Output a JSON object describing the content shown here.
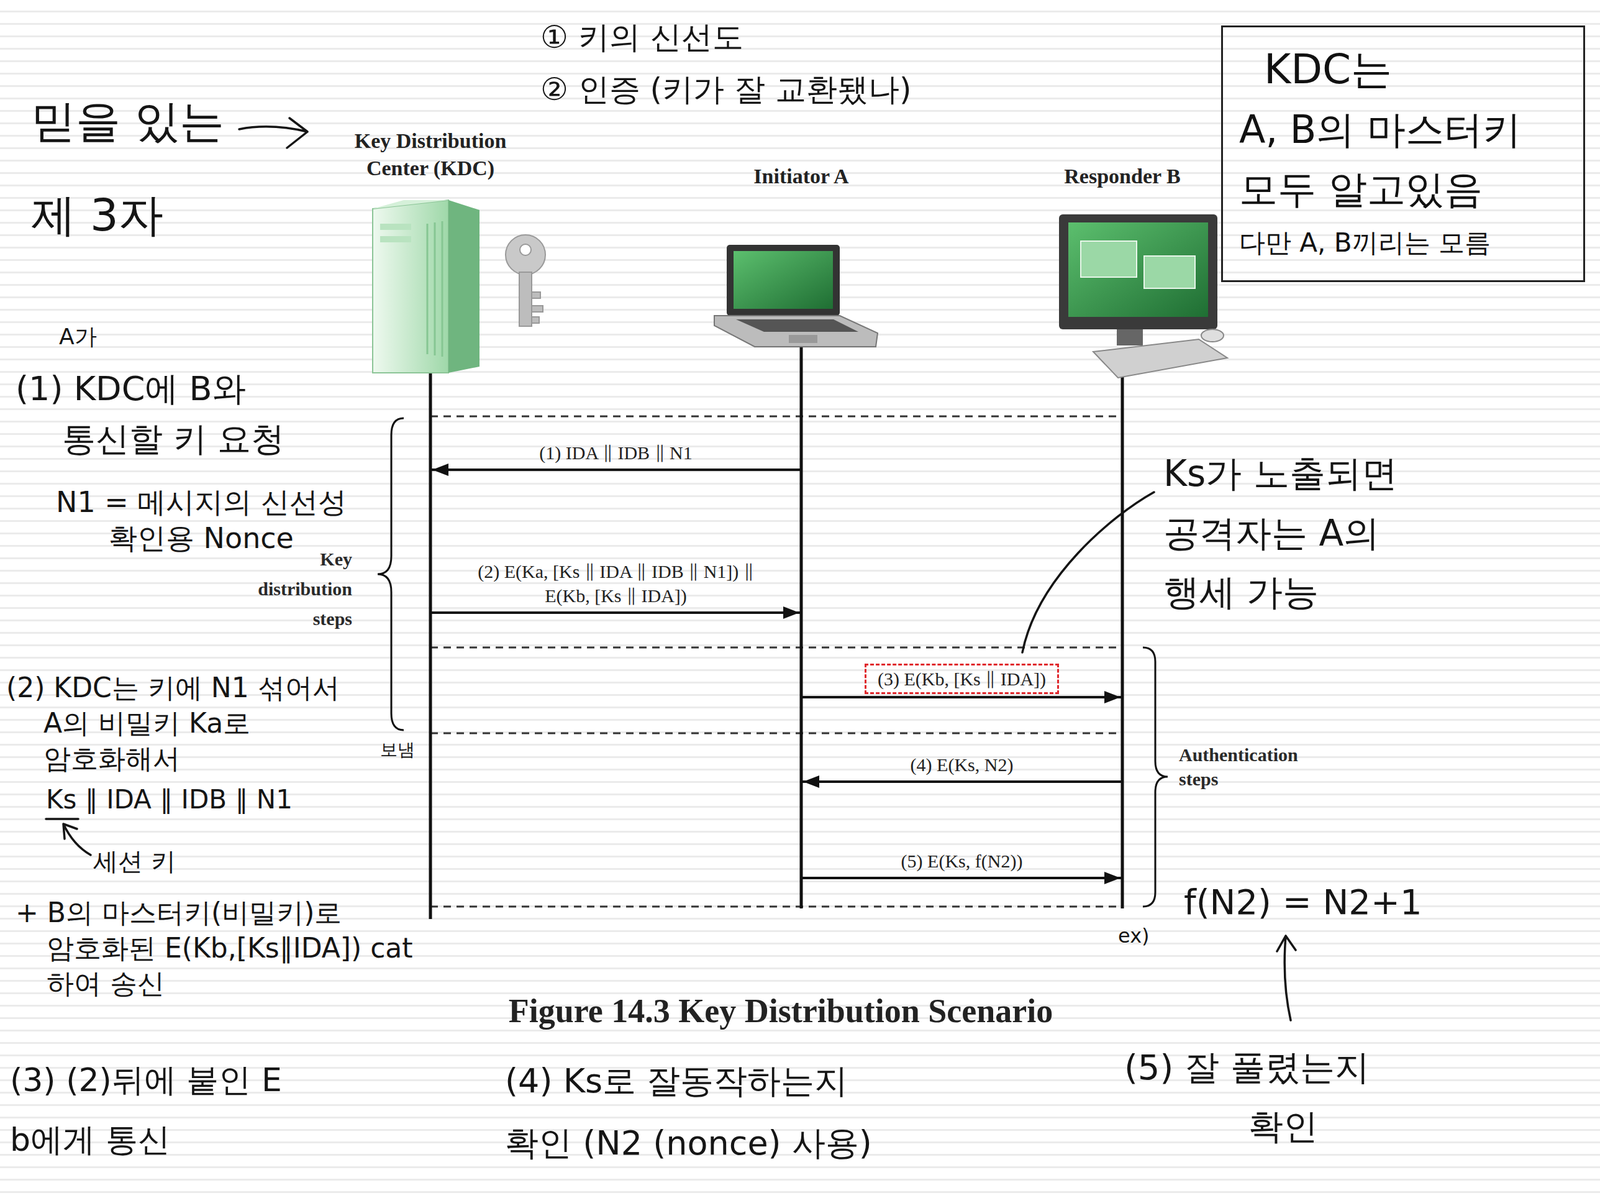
{
  "diagram": {
    "caption": "Figure 14.3 Key Distribution Scenario",
    "nodes": [
      {
        "text": [
          "Key Distribution Center (KDC)"
        ]
      },
      {
        "text": [
          "Initiator A"
        ]
      },
      {
        "text": [
          "Responder B"
        ]
      },
      {
        "text": [
          "KDC는",
          "A, B의 마스터키 모두 알고있음",
          "다만 A, B끼리는 모름"
        ]
      }
    ],
    "edges": [
      {
        "from": 1,
        "to": 0,
        "arrow": "to",
        "label": "(1) IDA ∥ IDB ∥ N1"
      },
      {
        "from": 0,
        "to": 1,
        "arrow": "to",
        "label": "(2) E(Ka, [Ks ∥ IDA ∥ IDB ∥ N1]) ∥ E(Kb, [Ks ∥ IDA])"
      },
      {
        "from": 1,
        "to": 2,
        "arrow": "to",
        "label": "(3) E(Kb, [Ks ∥ IDA])"
      },
      {
        "from": 2,
        "to": 1,
        "arrow": "to",
        "label": "(4) E(Ks, N2)"
      },
      {
        "from": 1,
        "to": 2,
        "arrow": "to",
        "label": "(5) E(Ks, f(N2))"
      }
    ],
    "labels": [
      "Key distribution steps",
      "Authentication steps",
      "믿을 있는 제 3자",
      "① 키의 신선도",
      "② 인증 (키가 잘 교환됐나)",
      "A가",
      "(1) KDC에 B와 통신할 키 요청",
      "N1 = 메시지의 신선성 확인용 Nonce",
      "(2) KDC는 키에 N1 섞어서 A의 비밀키 Ka로 암호화해서",
      "보냄",
      "Ks ∥ IDA ∥ IDB ∥ N1",
      "세션 키",
      "+ B의 마스터키(비밀키)로 암호화된 E(Kb,[Ks∥IDA]) cat 하여 송신",
      "(3) (2)뒤에 붙인 E b에게 통신",
      "(4) Ks로 잘동작하는지 확인 (N2 (nonce) 사용)",
      "(5) 잘 풀렸는지 확인",
      "ex)",
      "f(N2) = N2+1",
      "Ks가 노출되면 공격자는 A의 행세 가능"
    ]
  }
}
